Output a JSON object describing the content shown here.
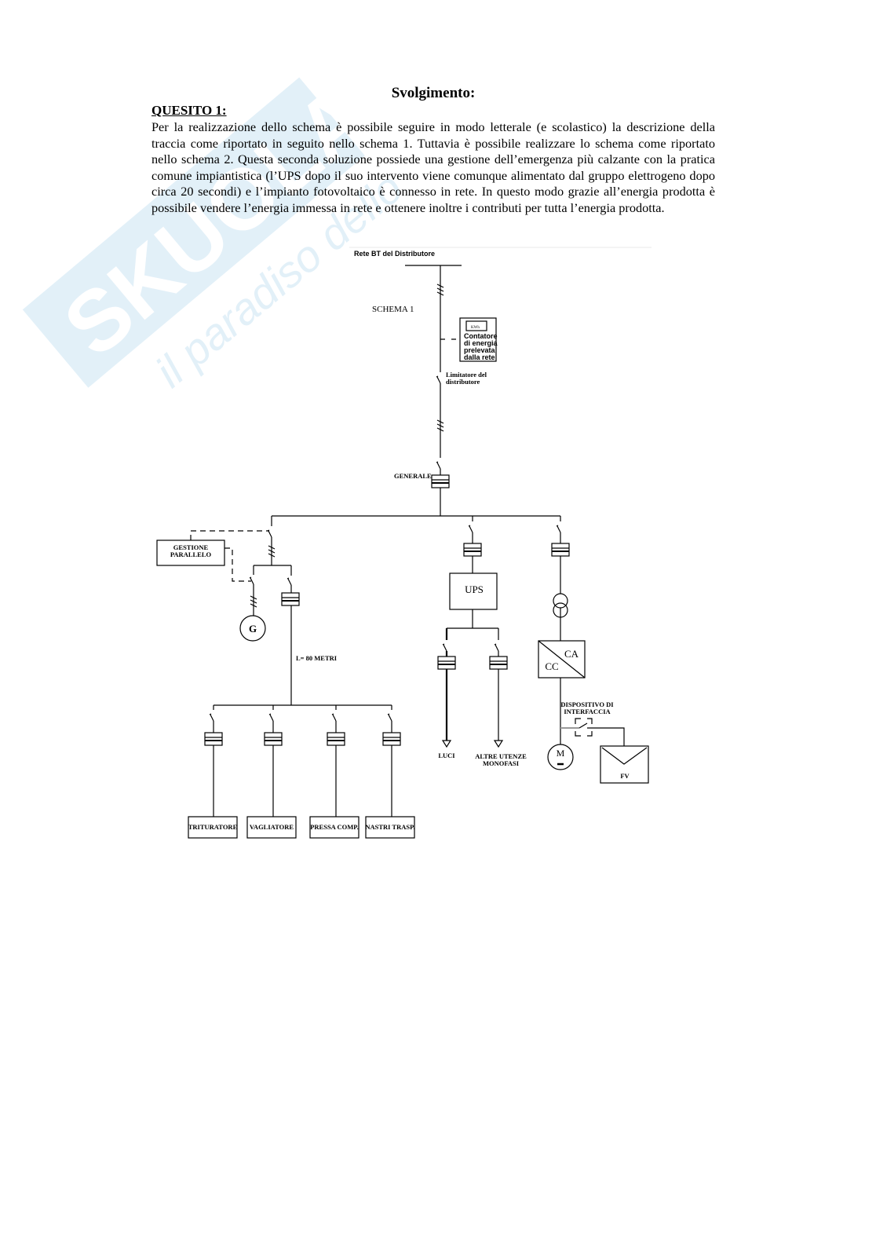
{
  "watermark": {
    "brand": "SKUOLA.net",
    "tagline": "il paradiso dello"
  },
  "heading": "Svolgimento:",
  "section_title": "QUESITO 1:",
  "paragraph": "Per la realizzazione dello schema è possibile seguire in modo letterale (e scolastico) la descrizione della traccia come riportato in seguito nello schema 1. Tuttavia è possibile realizzare lo schema come riportato nello schema 2. Questa seconda soluzione possiede una gestione dell’emergenza più calzante con la pratica comune impiantistica (l’UPS dopo il suo intervento viene comunque alimentato dal gruppo elettrogeno dopo circa 20 secondi) e l’impianto fotovoltaico è connesso in rete. In questo modo grazie all’energia prodotta è possibile vendere l’energia immessa in rete e ottenere inoltre  i contributi per tutta l’energia prodotta.",
  "diagram": {
    "grid_label": "Rete BT del Distributore",
    "schema_label": "SCHEMA 1",
    "meter": {
      "unit": "KWh",
      "lines": [
        "Contatore",
        "di energia",
        "prelevata",
        "dalla rete"
      ]
    },
    "limiter": [
      "Limitatore del",
      "distributore"
    ],
    "main_breaker": "GENERALE",
    "parallel_mgmt": [
      "GESTIONE",
      "PARALLELO"
    ],
    "generator": "G",
    "cable_length": "L= 80 METRI",
    "loads": [
      "TRITURATORE",
      "VAGLIATORE",
      "PRESSA COMP.",
      "NASTRI TRASP."
    ],
    "ups": "UPS",
    "ups_loads": {
      "lights": "LUCI",
      "other": [
        "ALTRE UTENZE",
        "MONOFASI"
      ]
    },
    "inverter": {
      "ac": "CA",
      "dc": "CC"
    },
    "interface_device": [
      "DISPOSITIVO DI",
      "INTERFACCIA"
    ],
    "meter_symbol": "M",
    "meter_sign": "-",
    "pv": "FV"
  }
}
